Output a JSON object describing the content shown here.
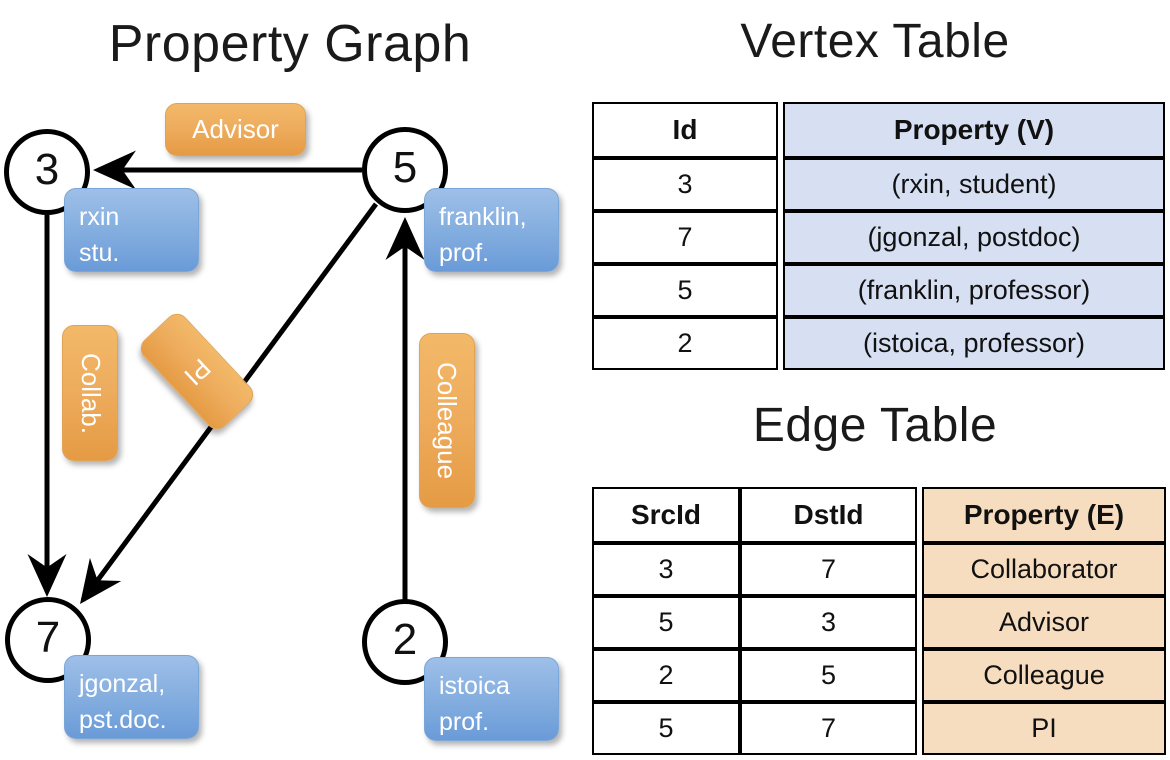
{
  "graph": {
    "title": "Property Graph",
    "nodes": [
      {
        "id": "3",
        "prop_line1": "rxin",
        "prop_line2": "stu."
      },
      {
        "id": "5",
        "prop_line1": "franklin,",
        "prop_line2": "prof."
      },
      {
        "id": "7",
        "prop_line1": "jgonzal,",
        "prop_line2": "pst.doc."
      },
      {
        "id": "2",
        "prop_line1": "istoica",
        "prop_line2": "prof."
      }
    ],
    "edge_labels": [
      {
        "label": "Advisor"
      },
      {
        "label": "Collab."
      },
      {
        "label": "PI"
      },
      {
        "label": "Colleague"
      }
    ]
  },
  "vertex_table": {
    "title": "Vertex Table",
    "headers": [
      "Id",
      "Property (V)"
    ],
    "rows": [
      {
        "id": "3",
        "property": "(rxin, student)"
      },
      {
        "id": "7",
        "property": "(jgonzal, postdoc)"
      },
      {
        "id": "5",
        "property": "(franklin, professor)"
      },
      {
        "id": "2",
        "property": "(istoica, professor)"
      }
    ]
  },
  "edge_table": {
    "title": "Edge Table",
    "headers": [
      "SrcId",
      "DstId",
      "Property (E)"
    ],
    "rows": [
      {
        "src": "3",
        "dst": "7",
        "property": "Collaborator"
      },
      {
        "src": "5",
        "dst": "3",
        "property": "Advisor"
      },
      {
        "src": "2",
        "dst": "5",
        "property": "Colleague"
      },
      {
        "src": "5",
        "dst": "7",
        "property": "PI"
      }
    ]
  },
  "colors": {
    "vertex_property_fill": "#d6e0f2",
    "edge_property_fill": "#f7ddbf",
    "vertex_box_fill": "#87b0e0",
    "edge_label_fill": "#eead5e",
    "stroke": "#000000",
    "background": "#ffffff"
  }
}
